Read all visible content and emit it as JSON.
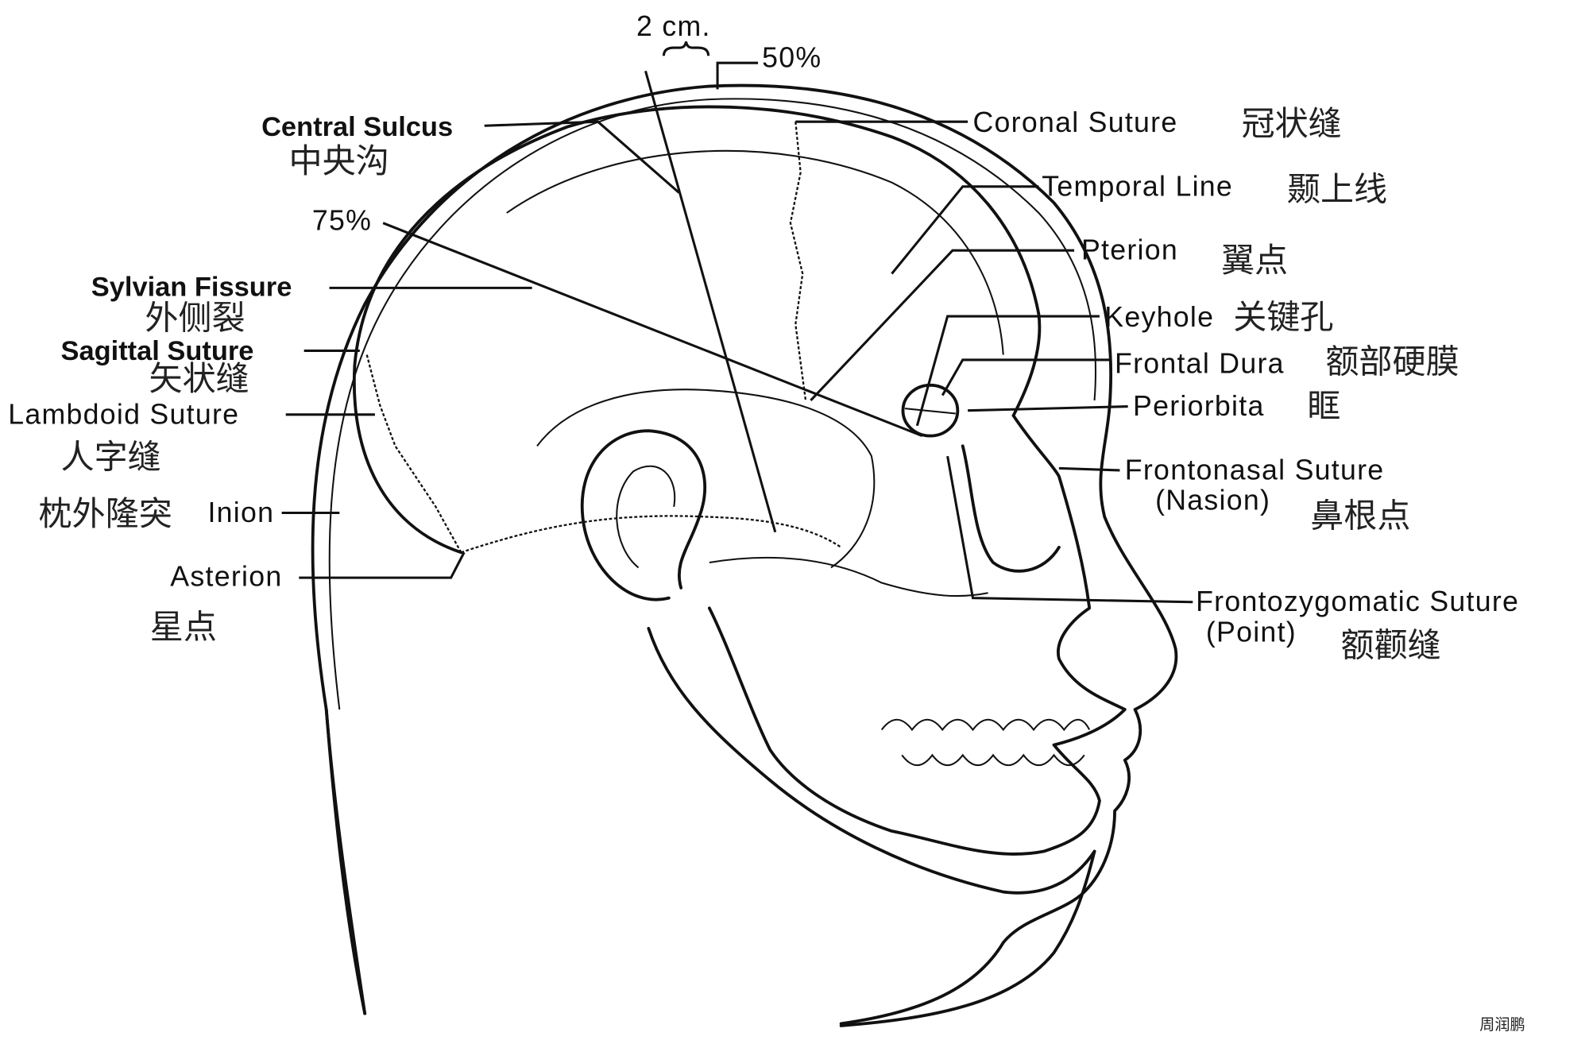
{
  "measure": {
    "two_cm": "2 cm.",
    "fifty_pct": "50%",
    "seventy_five_pct": "75%"
  },
  "labels": {
    "central_sulcus": {
      "en": "Central Sulcus",
      "zh": "中央沟"
    },
    "sylvian_fissure": {
      "en": "Sylvian Fissure",
      "zh": "外侧裂"
    },
    "sagittal_suture": {
      "en": "Sagittal Suture",
      "zh": "矢状缝"
    },
    "lambdoid_suture": {
      "en": "Lambdoid Suture",
      "zh": "人字缝"
    },
    "inion": {
      "en": "Inion",
      "zh": "枕外隆突"
    },
    "asterion": {
      "en": "Asterion",
      "zh": "星点"
    },
    "coronal_suture": {
      "en": "Coronal Suture",
      "zh": "冠状缝"
    },
    "temporal_line": {
      "en": "Temporal Line",
      "zh": "颞上线"
    },
    "pterion": {
      "en": "Pterion",
      "zh": "翼点"
    },
    "keyhole": {
      "en": "Keyhole",
      "zh": "关键孔"
    },
    "frontal_dura": {
      "en": "Frontal Dura",
      "zh": "额部硬膜"
    },
    "periorbita": {
      "en": "Periorbita",
      "zh": "眶"
    },
    "frontonasal_suture": {
      "en": "Frontonasal Suture",
      "en2": "(Nasion)",
      "zh": "鼻根点"
    },
    "frontozygomatic_suture": {
      "en": "Frontozygomatic Suture",
      "en2": "(Point)",
      "zh": "额颧缝"
    }
  },
  "signature": "周润鹏"
}
